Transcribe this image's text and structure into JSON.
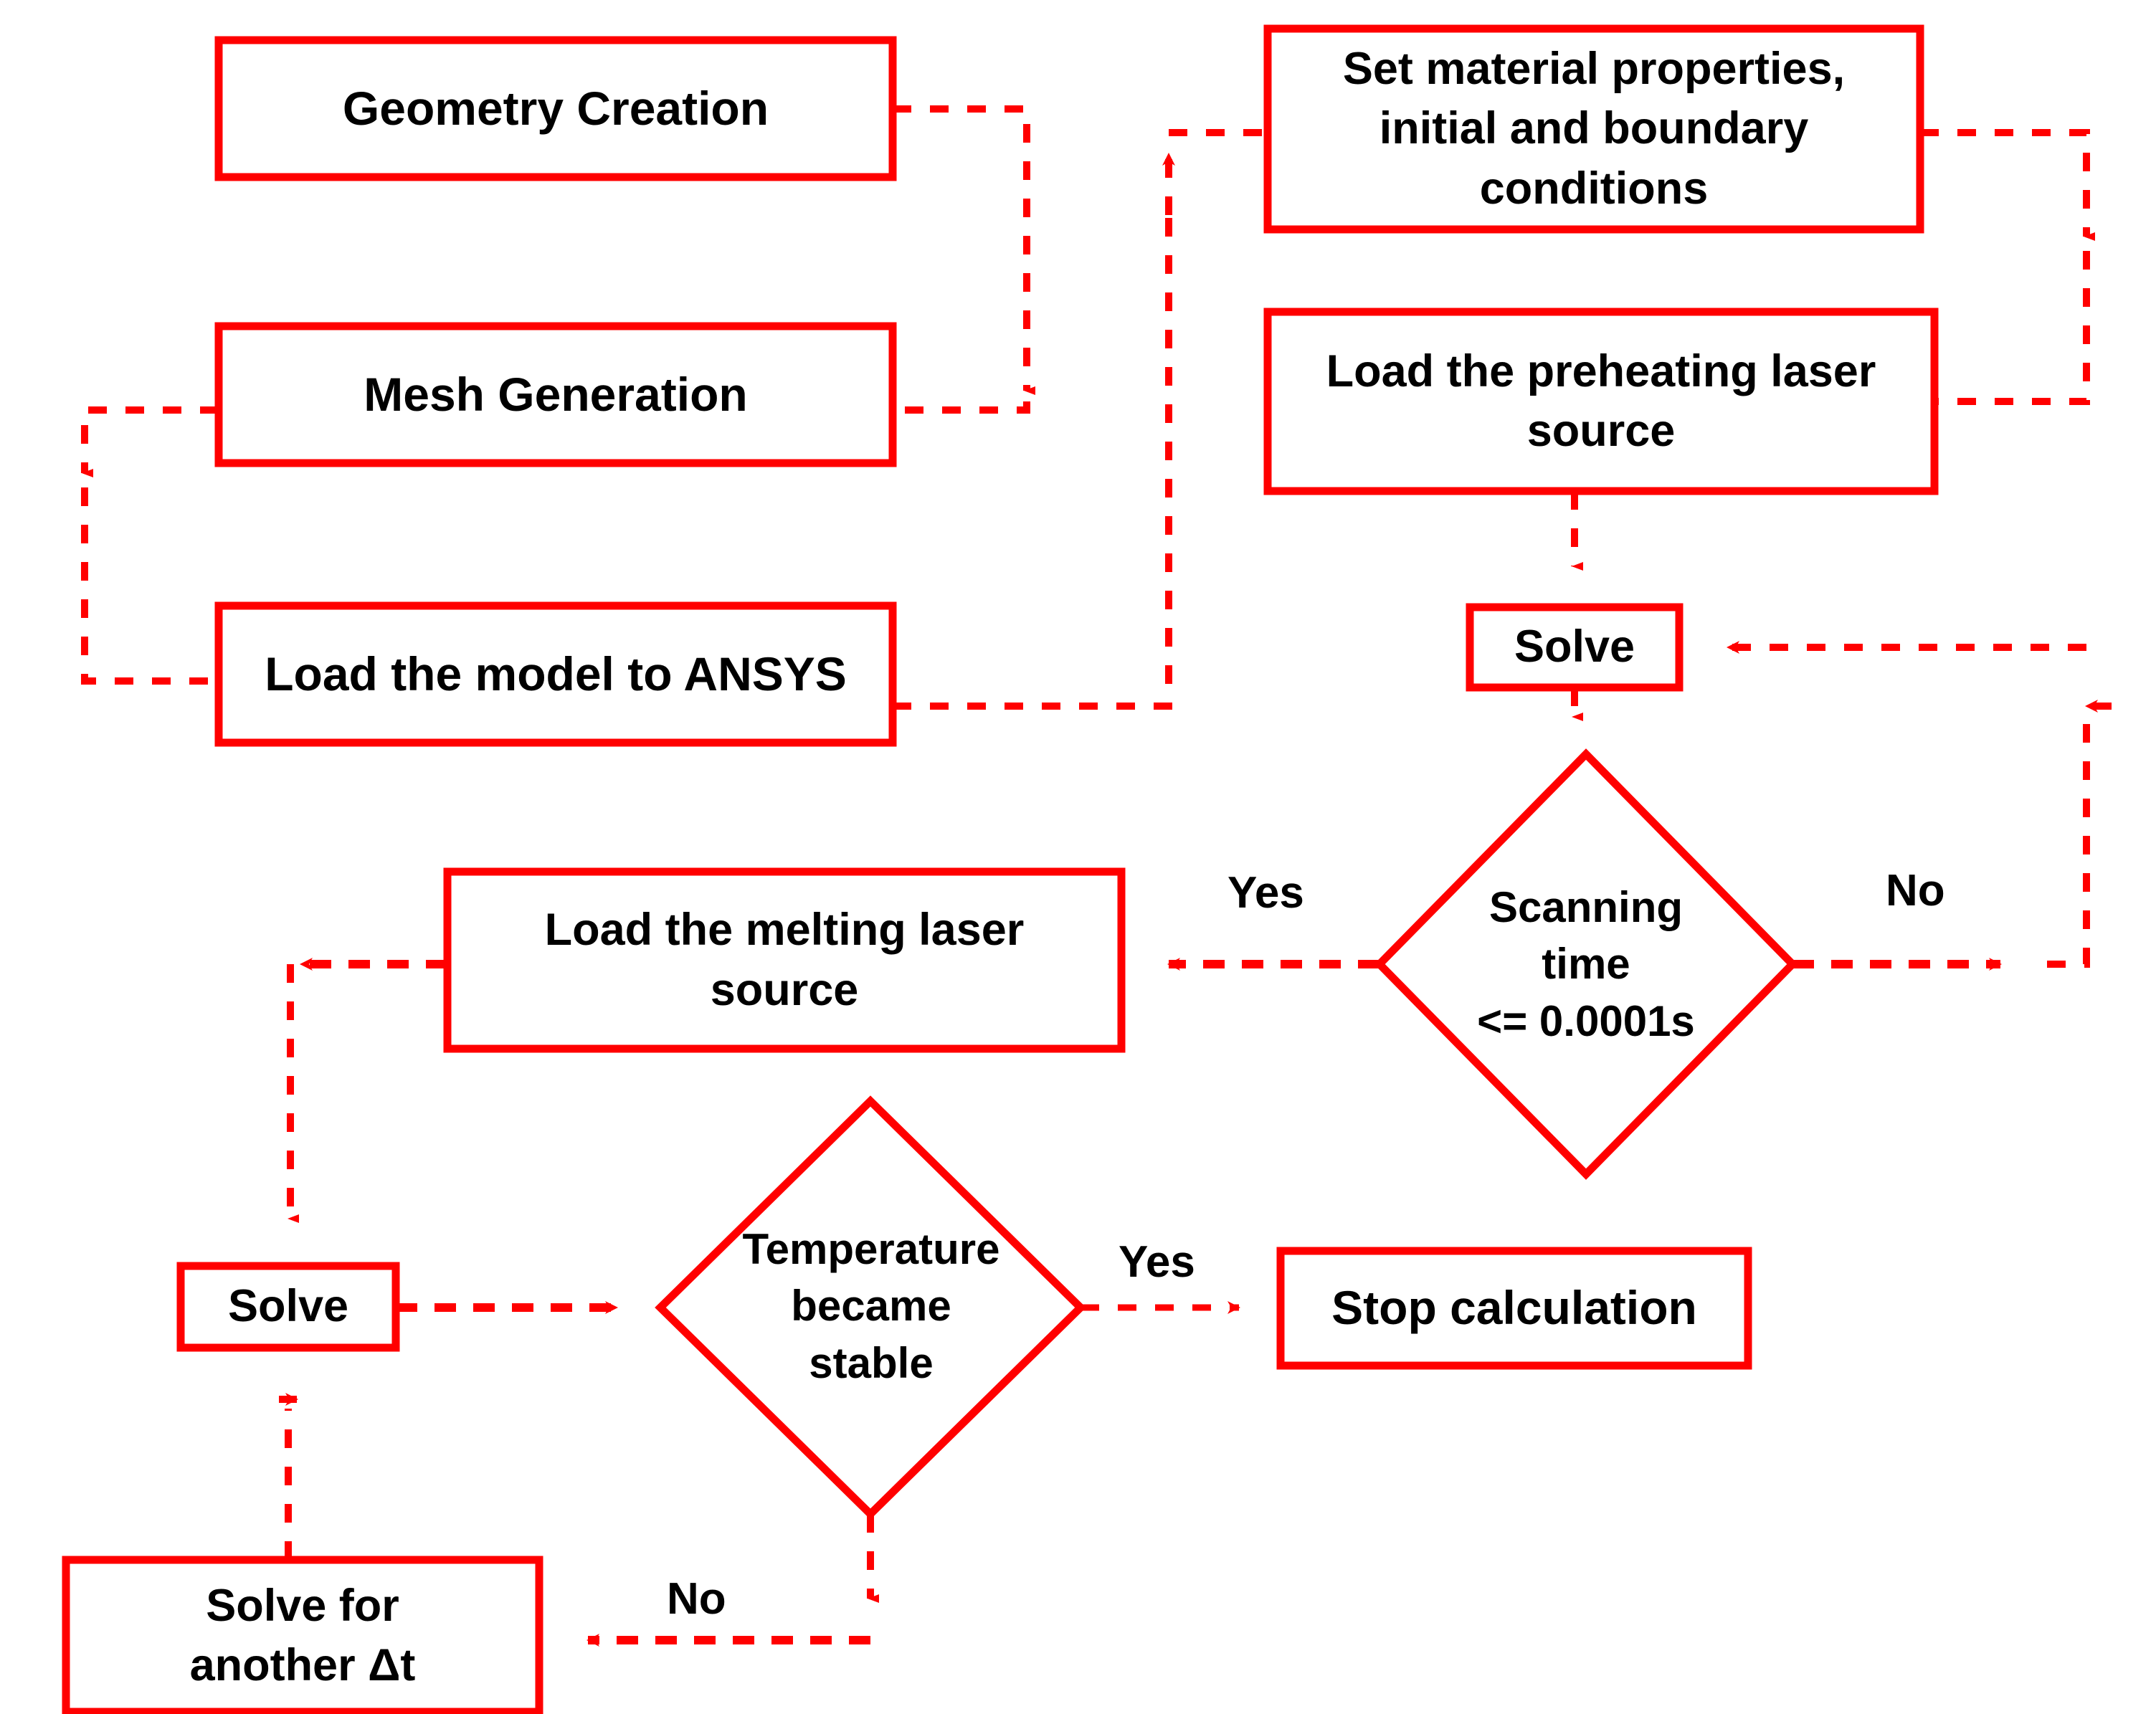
{
  "diagram": {
    "title": "Finite element simulation procedure flowchart",
    "colors": {
      "shape_stroke": "#FF0000",
      "connector": "#FF0000",
      "text": "#000000",
      "background": "#FFFFFF"
    },
    "nodes": [
      {
        "id": "geometry-creation",
        "type": "process",
        "label": "Geometry Creation"
      },
      {
        "id": "mesh-generation",
        "type": "process",
        "label": "Mesh Generation"
      },
      {
        "id": "load-model-ansys",
        "type": "process",
        "label": "Load the model to ANSYS"
      },
      {
        "id": "set-material",
        "type": "process",
        "label": "Set material properties,\ninitial and boundary\nconditions"
      },
      {
        "id": "load-preheating",
        "type": "process",
        "label": "Load the preheating laser\nsource"
      },
      {
        "id": "solve-preheat",
        "type": "process",
        "label": "Solve"
      },
      {
        "id": "scanning-time",
        "type": "decision",
        "label": "Scanning\ntime\n<= 0.0001s"
      },
      {
        "id": "load-melting",
        "type": "process",
        "label": "Load the melting laser\nsource"
      },
      {
        "id": "solve-melt",
        "type": "process",
        "label": "Solve"
      },
      {
        "id": "temperature-stable",
        "type": "decision",
        "label": "Temperature\nbecame\nstable"
      },
      {
        "id": "stop-calculation",
        "type": "process",
        "label": "Stop calculation"
      },
      {
        "id": "solve-another-dt",
        "type": "process",
        "label": "Solve for\nanother Δt"
      }
    ],
    "edges": [
      {
        "id": "e-geom-mesh",
        "from": "geometry-creation",
        "to": "mesh-generation",
        "label": ""
      },
      {
        "id": "e-mesh-ansys",
        "from": "mesh-generation",
        "to": "load-model-ansys",
        "label": ""
      },
      {
        "id": "e-ansys-material",
        "from": "load-model-ansys",
        "to": "set-material",
        "label": ""
      },
      {
        "id": "e-material-preheat",
        "from": "set-material",
        "to": "load-preheating",
        "label": ""
      },
      {
        "id": "e-preheat-solve",
        "from": "load-preheating",
        "to": "solve-preheat",
        "label": ""
      },
      {
        "id": "e-solve-scan",
        "from": "solve-preheat",
        "to": "scanning-time",
        "label": ""
      },
      {
        "id": "e-scan-no-solve",
        "from": "scanning-time",
        "to": "solve-preheat",
        "label": "No"
      },
      {
        "id": "e-scan-yes-melting",
        "from": "scanning-time",
        "to": "load-melting",
        "label": "Yes"
      },
      {
        "id": "e-melting-solve",
        "from": "load-melting",
        "to": "solve-melt",
        "label": ""
      },
      {
        "id": "e-solve-temp",
        "from": "solve-melt",
        "to": "temperature-stable",
        "label": ""
      },
      {
        "id": "e-temp-yes-stop",
        "from": "temperature-stable",
        "to": "stop-calculation",
        "label": "Yes"
      },
      {
        "id": "e-temp-no-dt",
        "from": "temperature-stable",
        "to": "solve-another-dt",
        "label": "No"
      },
      {
        "id": "e-dt-solve",
        "from": "solve-another-dt",
        "to": "solve-melt",
        "label": ""
      }
    ],
    "edge_labels": {
      "scanning_no": "No",
      "scanning_yes": "Yes",
      "temperature_yes": "Yes",
      "temperature_no": "No"
    }
  }
}
